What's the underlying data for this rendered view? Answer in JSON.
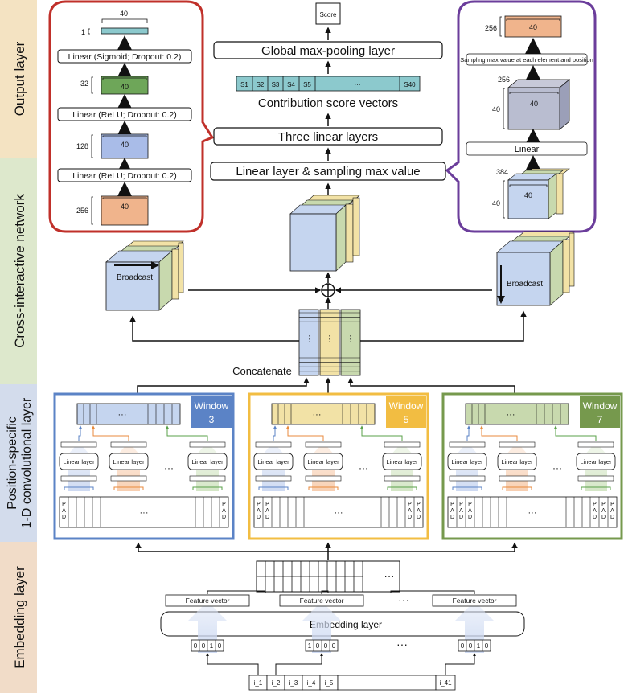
{
  "side_labels": {
    "output": "Output layer",
    "cross": "Cross-interactive network",
    "conv_line1": "Position-specific",
    "conv_line2": "1-D convolutional layer",
    "embedding": "Embedding layer"
  },
  "side_colors": {
    "output": "#f4e3c2",
    "cross": "#dde8cc",
    "conv": "#d3dcec",
    "embedding": "#f1dcc8"
  },
  "colors": {
    "red_panel": "#c0302a",
    "purple_panel": "#6b3d9b",
    "blue": "#5b83c6",
    "yellow": "#f2bd42",
    "green": "#76994d",
    "teal": "#8cc9cd",
    "orange_fill": "#f0b48c",
    "green_fill": "#6ea659",
    "blue_fill": "#a9bce8",
    "cube_blue": "#c5d5ef",
    "cube_yellow": "#f2e2a6",
    "cube_green": "#c8d9ae",
    "arrow_orange": "#e88a3c",
    "arrow_green": "#5aa04a",
    "arrow_blue": "#5b83c6"
  },
  "top": {
    "score": "Score",
    "global_pool": "Global max-pooling layer",
    "contribution": "Contribution score vectors",
    "score_cells": [
      "S1",
      "S2",
      "S3",
      "S4",
      "S5",
      "···",
      "S40"
    ],
    "three_linear": "Three linear layers",
    "linear_sampling": "Linear layer & sampling max value"
  },
  "left_panel": {
    "dim_top": "40",
    "dim_1": "1",
    "linear_a": "Linear (Sigmoid; Dropout: 0.2)",
    "dim_32": "32",
    "inner_40a": "40",
    "linear_b": "Linear (ReLU; Dropout: 0.2)",
    "dim_128": "128",
    "inner_40b": "40",
    "linear_c": "Linear (ReLU; Dropout: 0.2)",
    "dim_256": "256",
    "inner_40c": "40"
  },
  "right_panel": {
    "dim_256": "256",
    "inner_40a": "40",
    "sampling": "Sampling max value at each element and position",
    "dim_256b": "256",
    "dim_40a": "40",
    "inner_40b": "40",
    "linear": "Linear",
    "dim_384": "384",
    "dim_40b": "40",
    "inner_40c": "40"
  },
  "cross": {
    "broadcast_left": "Broadcast",
    "broadcast_right": "Broadcast",
    "oplus": "⊕",
    "concatenate": "Concatenate",
    "dots": "⋮"
  },
  "windows": [
    {
      "label": "Window",
      "size": "3",
      "pad_left": [
        "PAD"
      ],
      "pad_right": [
        "PAD"
      ]
    },
    {
      "label": "Window",
      "size": "5",
      "pad_left": [
        "PAD",
        "PAD"
      ],
      "pad_right": [
        "PAD",
        "PAD"
      ]
    },
    {
      "label": "Window",
      "size": "7",
      "pad_left": [
        "PAD",
        "PAD",
        "PAD"
      ],
      "pad_right": [
        "PAD",
        "PAD",
        "PAD"
      ]
    }
  ],
  "conv": {
    "linear_layer": "Linear layer",
    "dots": "···"
  },
  "embedding": {
    "feature_vector": "Feature vector",
    "embedding_layer": "Embedding layer",
    "onehot": [
      [
        "0",
        "0",
        "1",
        "0"
      ],
      [
        "1",
        "0",
        "0",
        "0"
      ],
      [
        "0",
        "0",
        "1",
        "0"
      ]
    ],
    "inputs": [
      "i_1",
      "i_2",
      "i_3",
      "i_4",
      "i_5",
      "···",
      "i_41"
    ],
    "dots": "···"
  }
}
